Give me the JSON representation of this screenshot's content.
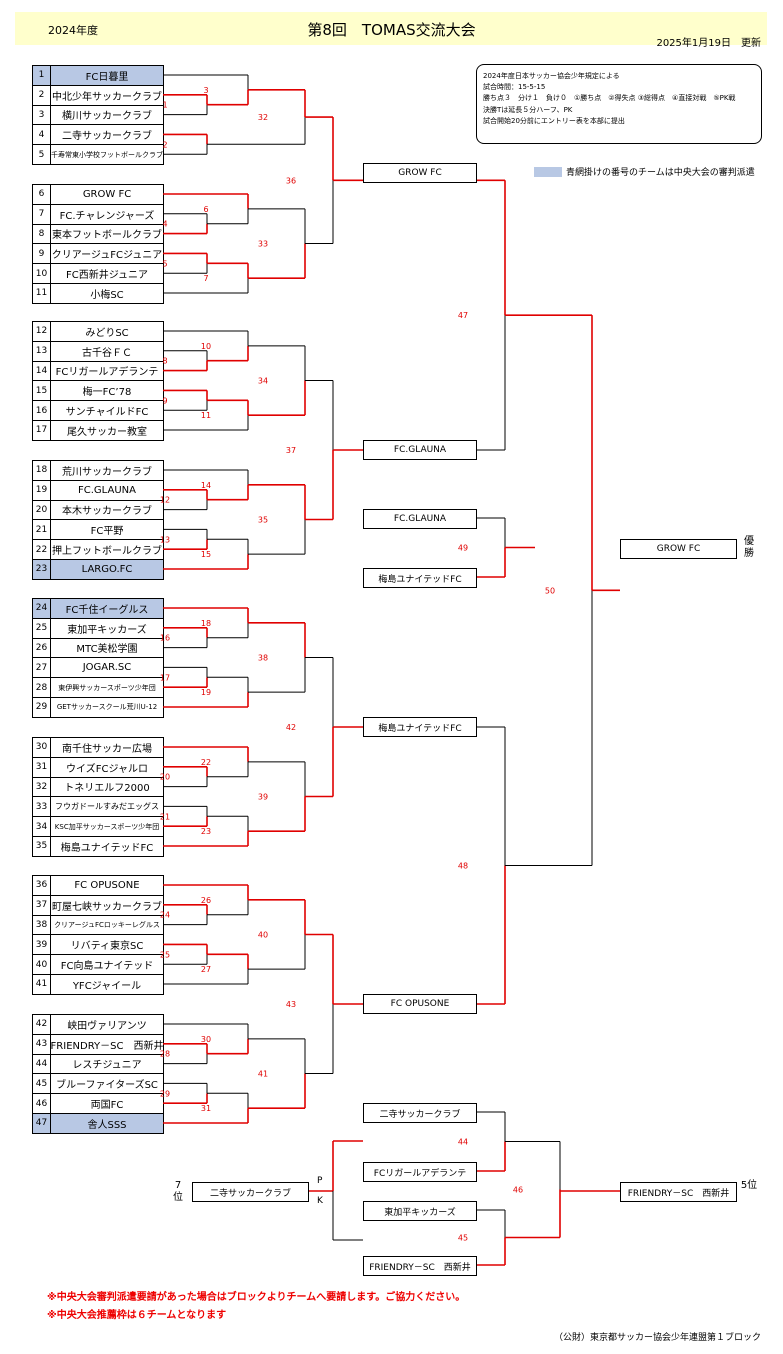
{
  "header": {
    "season": "2024年度",
    "title": "第8回　TOMAS交流大会",
    "updated": "2025年1月19日　更新"
  },
  "notes": [
    "2024年度日本サッカー協会少年規定による",
    "試合時間：15-5-15",
    "勝ち点３　分け１　負け０　①勝ち点　②得失点 ③総得点　④直接対戦　⑤PK戦",
    "決勝Tは延長５分ハーフ、PK",
    "試合開始20分前にエントリー表を本部に提出"
  ],
  "legend": "青網掛けの番号のチームは中央大会の審判派遣",
  "teams": [
    "FC日暮里",
    "中北少年サッカークラブ",
    "横川サッカークラブ",
    "二寺サッカークラブ",
    "千寿常東小学校フットボールクラブ",
    "GROW FC",
    "FC.チャレンジャーズ",
    "東本フットボールクラブ",
    "クリアージュFCジュニア",
    "FC西新井ジュニア",
    "小梅SC",
    "みどりSC",
    "古千谷ＦＣ",
    "FCリガールアデランテ",
    "梅一FC’78",
    "サンチャイルドFC",
    "尾久サッカー教室",
    "荒川サッカークラブ",
    "FC.GLAUNA",
    "本木サッカークラブ",
    "FC平野",
    "押上フットボールクラブ",
    "LARGO.FC",
    "FC千住イーグルス",
    "東加平キッカーズ",
    "MTC美松学園",
    "JOGAR.SC",
    "東伊興サッカースポーツ少年団",
    "GETサッカースクール荒川U-12",
    "南千住サッカー広場",
    "ウイズFCジャルロ",
    "トネリエルフ2000",
    "フウガドールすみだエッグス",
    "KSC加平サッカースポーツ少年団",
    "梅島ユナイテッドFC",
    "FC OPUSONE",
    "町屋七峡サッカークラブ",
    "クリアージュFCロッキーレグルス",
    "リバティ東京SC",
    "FC向島ユナイテッド",
    "YFCジャイール",
    "峡田ヴァリアンツ",
    "FRIENDRY－SC　西新井",
    "レスチジュニア",
    "ブルーファイターズSC",
    "両国FC",
    "舎人SSS"
  ],
  "semis": {
    "winner36": "GROW FC",
    "winner37": "FC.GLAUNA",
    "winner42": "梅島ユナイテッドFC",
    "winner43": "FC OPUSONE",
    "sf49a": "FC.GLAUNA",
    "sf49b": "梅島ユナイテッドFC",
    "champion": "GROW FC",
    "champion_label": "優勝",
    "c44a": "二寺サッカークラブ",
    "c44b": "FCリガールアデランテ",
    "c45a": "東加平キッカーズ",
    "c45b": "FRIENDRY－SC　西新井",
    "fifth": "FRIENDRY－SC　西新井",
    "fifth_label": "5位",
    "seventh": "二寺サッカークラブ",
    "seventh_label": "7位",
    "pk_p": "P",
    "pk_k": "K"
  },
  "notices": {
    "n1": "※中央大会審判派遣要請があった場合はブロックよりチームへ要請します。ご協力ください。",
    "n2": "※中央大会推薦枠は６チームとなります"
  },
  "footer": "（公財）東京都サッカー協会少年連盟第１ブロック",
  "colors": {
    "win_line": "#e00000",
    "highlight": "#b8c8e4",
    "header_bg": "#ffffcc"
  }
}
